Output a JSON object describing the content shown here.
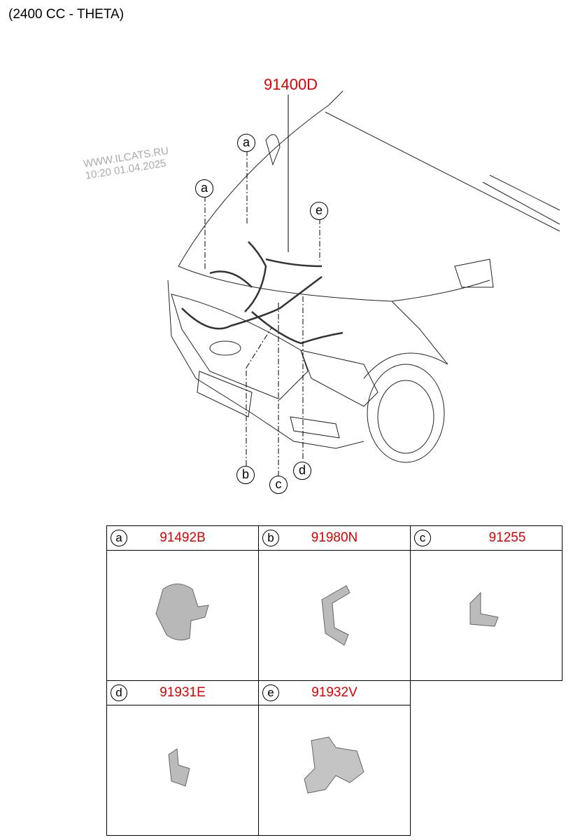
{
  "title": "(2400 CC - THETA)",
  "watermark": {
    "line1": "WWW.ILCATS.RU",
    "line2": "10:20 01.04.2025"
  },
  "main_part": "91400D",
  "callouts": [
    "a",
    "a",
    "e",
    "b",
    "c",
    "d"
  ],
  "parts": [
    {
      "letter": "a",
      "number": "91492B"
    },
    {
      "letter": "b",
      "number": "91980N"
    },
    {
      "letter": "c",
      "number": "91255"
    },
    {
      "letter": "d",
      "number": "91931E"
    },
    {
      "letter": "e",
      "number": "91932V"
    }
  ],
  "colors": {
    "part_number": "#e00000",
    "line": "#000000",
    "part_fill": "#b8b8b8"
  }
}
